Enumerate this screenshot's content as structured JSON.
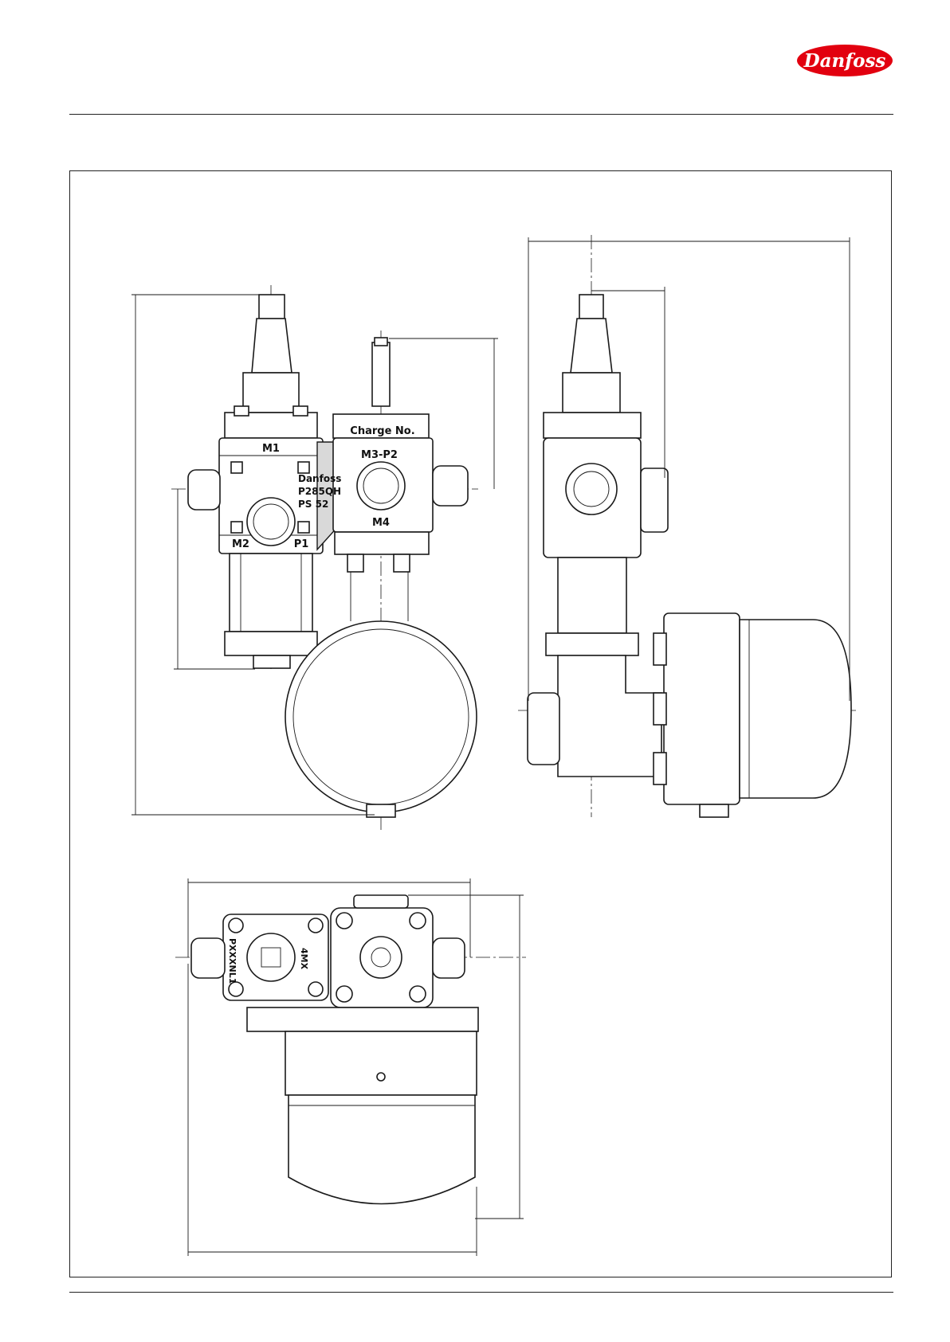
{
  "brand": {
    "logo_text": "Danfoss",
    "color": "#e2000f"
  },
  "front_view": {
    "label_m1": "M1",
    "label_m2": "M2",
    "label_p1": "P1",
    "label_brand": "Danfoss",
    "label_model": "P285QH",
    "label_ps": "PS 52",
    "label_charge": "Charge No.",
    "label_m3p2": "M3-P2",
    "label_m4": "M4"
  },
  "top_view": {
    "label_left": "PXXXNL1",
    "label_right": "4MX"
  }
}
